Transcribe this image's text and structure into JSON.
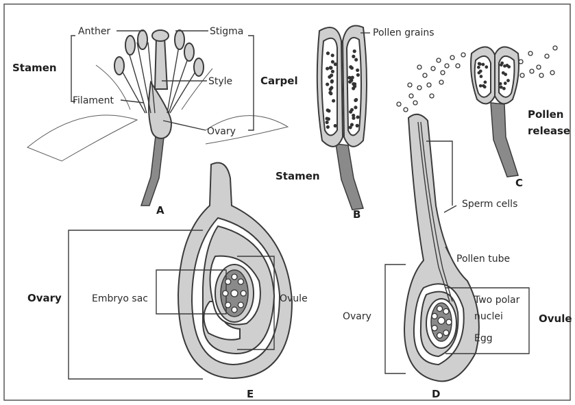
{
  "panels": {
    "A": "A",
    "B": "B",
    "C": "C",
    "D": "D",
    "E": "E"
  },
  "panel_a": {
    "anther": "Anther",
    "stigma": "Stigma",
    "stamen": "Stamen",
    "style": "Style",
    "carpel": "Carpel",
    "filament": "Filament",
    "ovary": "Ovary"
  },
  "panel_b": {
    "pollen_grains": "Pollen grains",
    "stamen": "Stamen"
  },
  "panel_c": {
    "pollen": "Pollen",
    "release": "release"
  },
  "panel_d": {
    "sperm_cells": "Sperm cells",
    "pollen_tube": "Pollen tube",
    "ovary": "Ovary",
    "two_polar": "Two polar",
    "nuclei": "nuclei",
    "egg": "Egg",
    "ovule": "Ovule"
  },
  "panel_e": {
    "ovary": "Ovary",
    "embryo_sac": "Embryo sac",
    "ovule": "Ovule"
  },
  "colors": {
    "tissue": "#cfcfcf",
    "outline": "#3a3a3a",
    "stem": "#8a8a8a"
  }
}
